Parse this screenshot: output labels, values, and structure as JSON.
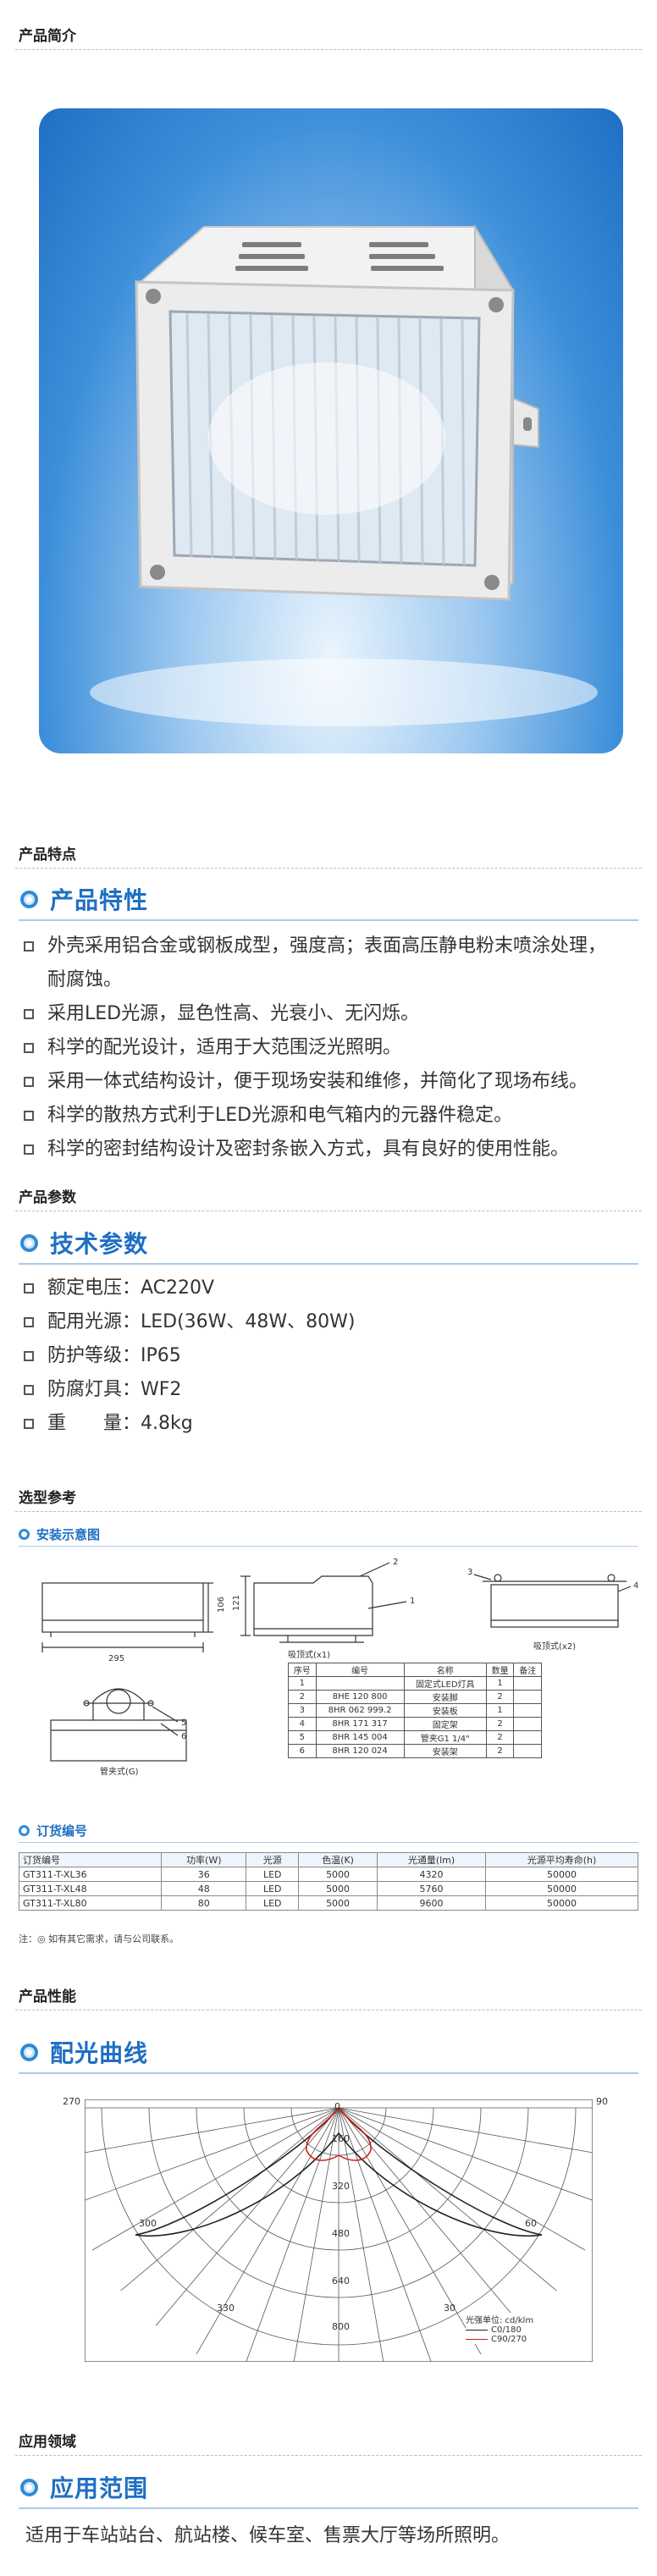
{
  "sections": {
    "intro": "产品简介",
    "features": "产品特点",
    "params": "产品参数",
    "selection": "选型参考",
    "performance": "产品性能",
    "application": "应用领域"
  },
  "features": {
    "title": "产品特性",
    "items": [
      "外壳采用铝合金或钢板成型，强度高；表面高压静电粉末喷涂处理，",
      "耐腐蚀。",
      "采用LED光源，显色性高、光衰小、无闪烁。",
      "科学的配光设计，适用于大范围泛光照明。",
      "采用一体式结构设计，便于现场安装和维修，并简化了现场布线。",
      "科学的散热方式利于LED光源和电气箱内的元器件稳定。",
      "科学的密封结构设计及密封条嵌入方式，具有良好的使用性能。"
    ]
  },
  "params": {
    "title": "技术参数",
    "items": [
      "额定电压：AC220V",
      "配用光源：LED(36W、48W、80W)",
      "防护等级：IP65",
      "防腐灯具：WF2",
      "重　　量：4.8kg"
    ]
  },
  "install": {
    "title": "安装示意图",
    "dims": {
      "width": "295",
      "height": "106",
      "depth": "121"
    },
    "callouts": [
      "1",
      "2",
      "3",
      "4",
      "5",
      "6"
    ],
    "captions": {
      "ceiling": "吸顶式(x1)",
      "ceiling2": "吸顶式(x2)",
      "pipe": "管夹式(G)"
    },
    "parts_header": [
      "序号",
      "编号",
      "名称",
      "数量",
      "备注"
    ],
    "parts_rows": [
      [
        "1",
        "",
        "固定式LED灯具",
        "1",
        ""
      ],
      [
        "2",
        "8HE 120 800",
        "安装脚",
        "2",
        ""
      ],
      [
        "3",
        "8HR 062 999.2",
        "安装板",
        "1",
        ""
      ],
      [
        "4",
        "8HR 171 317",
        "固定架",
        "2",
        ""
      ],
      [
        "5",
        "8HR 145 004",
        "管夹G1 1/4\"",
        "2",
        ""
      ],
      [
        "6",
        "8HR 120 024",
        "安装架",
        "2",
        ""
      ]
    ]
  },
  "order": {
    "title": "订货编号",
    "header": [
      "订货编号",
      "功率(W)",
      "光源",
      "色温(K)",
      "光通量(lm)",
      "光源平均寿命(h)"
    ],
    "rows": [
      [
        "GT311-T-XL36",
        "36",
        "LED",
        "5000",
        "4320",
        "50000"
      ],
      [
        "GT311-T-XL48",
        "48",
        "LED",
        "5000",
        "5760",
        "50000"
      ],
      [
        "GT311-T-XL80",
        "80",
        "LED",
        "5000",
        "9600",
        "50000"
      ]
    ],
    "note": "注：◎ 如有其它需求，请与公司联系。"
  },
  "curve": {
    "title": "配光曲线",
    "angle_labels": {
      "left": "270",
      "right": "90",
      "top": "0",
      "l300": "300",
      "l330": "330",
      "r60": "60",
      "r30": "30"
    },
    "radial_labels": [
      "160",
      "320",
      "480",
      "640",
      "800"
    ],
    "legend_unit": "光强单位: cd/klm",
    "legend_c0": "C0/180",
    "legend_c90": "C90/270",
    "colors": {
      "c0": "#222222",
      "c90": "#d62020"
    }
  },
  "application": {
    "title": "应用范围",
    "text": "适用于车站站台、航站楼、候车室、售票大厅等场所照明。"
  }
}
